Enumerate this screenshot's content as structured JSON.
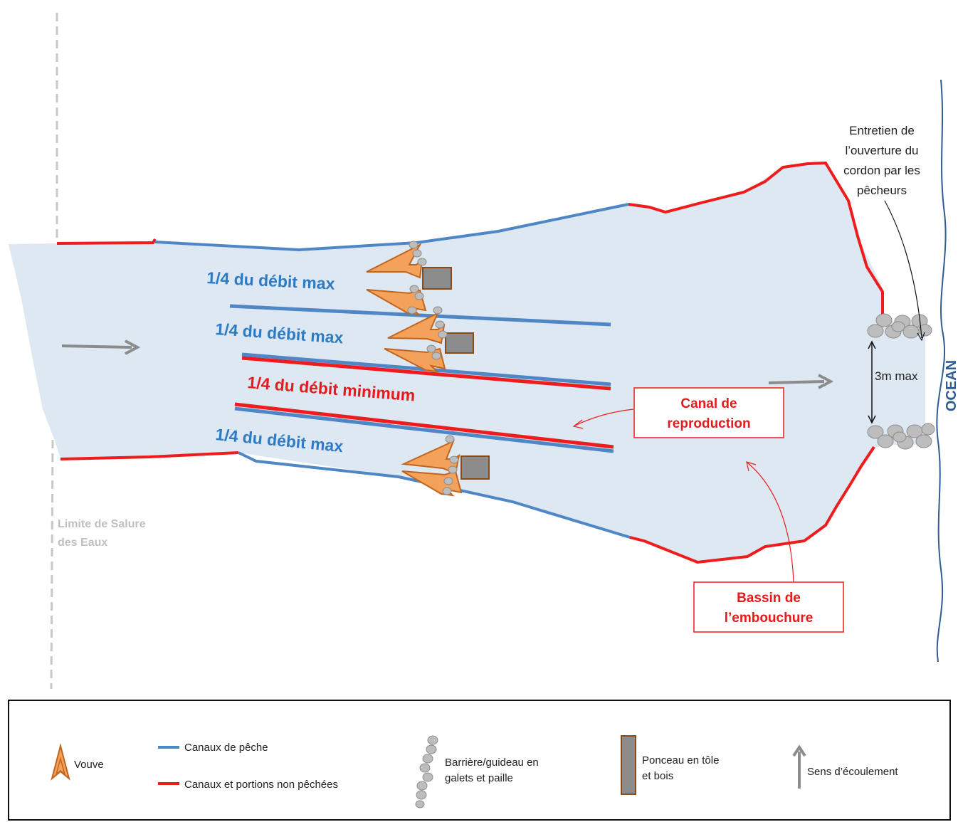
{
  "labels": {
    "channel_1": "1/4 du débit max",
    "channel_2": "1/4 du débit max",
    "channel_3": "1/4 du débit minimum",
    "channel_4": "1/4 du débit max",
    "canal_box_line1": "Canal de",
    "canal_box_line2": "reproduction",
    "bassin_box_line1": "Bassin de",
    "bassin_box_line2": "l’embouchure",
    "entretien_line1": "Entretien de",
    "entretien_line2": "l’ouverture du",
    "entretien_line3": "cordon par les",
    "entretien_line4": "pêcheurs",
    "opening_width": "3m max",
    "ocean": "OCEAN",
    "limit_line1": "Limite de Salure",
    "limit_line2": "des Eaux"
  },
  "legend": {
    "vouve": "Vouve",
    "fishing_channels": "Canaux de pêche",
    "unfished": "Canaux et portions non pêchées",
    "barrier_line1": "Barrière/guideau en",
    "barrier_line2": "galets et paille",
    "culvert_line1": "Ponceau en tôle",
    "culvert_line2": "et bois",
    "flow": "Sens d’écoulement"
  },
  "colors": {
    "water": "#dde8f3",
    "fishing_channel": "#4f86c6",
    "unfished_channel": "#ee1c1c",
    "vouve": "#f4a15a",
    "culvert": "#8c8c8c",
    "pebble": "#bdbdbd",
    "flow_arrow": "#8c8c8c",
    "ocean_line": "#2f5d91"
  }
}
